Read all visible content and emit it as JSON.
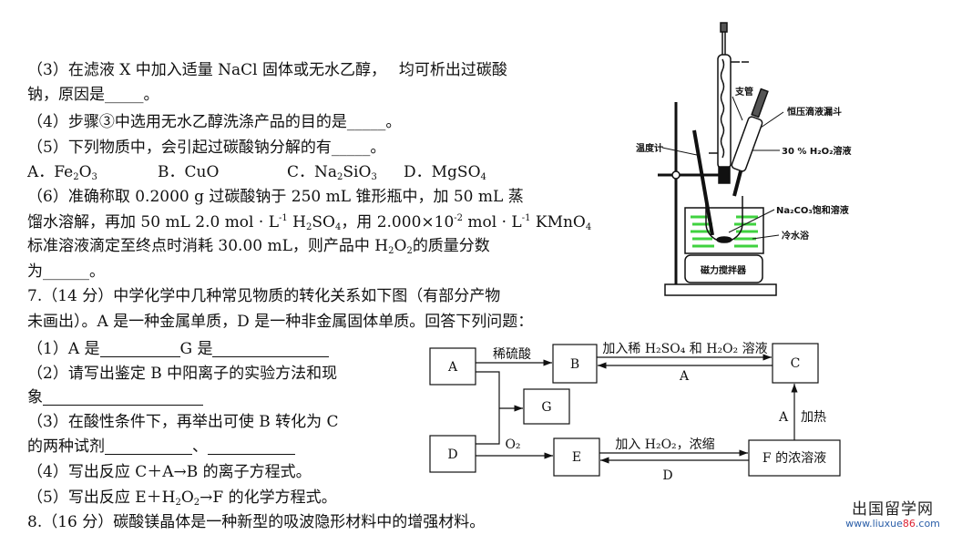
{
  "lines": [
    {
      "segs": [
        {
          "t": "（3）在滤液 X 中加入适量 NaCl 固体或无水乙醇，　 均可析出过碳酸"
        }
      ]
    },
    {
      "segs": [
        {
          "t": "钠，原因是"
        },
        {
          "t": "_____"
        },
        {
          "t": "。"
        }
      ]
    },
    {
      "segs": [
        {
          "t": "（4）步骤③中选用无水乙醇洗涤产品的目的是"
        },
        {
          "t": "_____"
        },
        {
          "t": "。"
        }
      ]
    },
    {
      "segs": [
        {
          "t": "（5）下列物质中，会引起过碳酸钠分解的有"
        },
        {
          "t": "_____"
        },
        {
          "t": "。"
        }
      ]
    },
    null,
    {
      "segs": [
        {
          "t": "（6）准确称取 0.2000 g 过碳酸钠于 250 mL 锥形瓶中，加 50 mL 蒸"
        }
      ]
    },
    {
      "segs": [
        {
          "t": "馏水溶解，再加 50 mL 2.0 mol · L"
        },
        {
          "t": "-1",
          "k": "sup"
        },
        {
          "t": " H"
        },
        {
          "t": "2",
          "k": "sub"
        },
        {
          "t": "SO"
        },
        {
          "t": "4",
          "k": "sub"
        },
        {
          "t": "，用 2.000×10"
        },
        {
          "t": "-2",
          "k": "sup"
        },
        {
          "t": " mol · L"
        },
        {
          "t": "-1",
          "k": "sup"
        },
        {
          "t": " KMnO"
        },
        {
          "t": "4",
          "k": "sub"
        }
      ]
    },
    {
      "segs": [
        {
          "t": "标准溶液滴定至终点时消耗 30.00 mL，则产品中 H"
        },
        {
          "t": "2",
          "k": "sub"
        },
        {
          "t": "O"
        },
        {
          "t": "2",
          "k": "sub"
        },
        {
          "t": "的质量分数"
        }
      ]
    },
    {
      "segs": [
        {
          "t": "为"
        },
        {
          "t": "______"
        },
        {
          "t": "。"
        }
      ]
    },
    {
      "segs": [
        {
          "t": "7.（14 分）中学化学中几种常见物质的转化关系如下图（有部分产物"
        }
      ]
    },
    {
      "segs": [
        {
          "t": "未画出）。A 是一种金属单质，D 是一种非金属固体单质。回答下列问题："
        }
      ]
    },
    {
      "segs": [
        {
          "t": "（1）A 是"
        },
        {
          "t": "           ",
          "k": "blank"
        },
        {
          "t": "G 是"
        },
        {
          "t": "                ",
          "k": "blank"
        }
      ]
    },
    {
      "segs": [
        {
          "t": "（2）请写出鉴定 B 中阳离子的实验方法和现"
        }
      ]
    },
    {
      "segs": [
        {
          "t": "象"
        },
        {
          "t": "                      ",
          "k": "blank"
        }
      ]
    },
    {
      "segs": [
        {
          "t": "（3）在酸性条件下，再举出可使 B 转化为 C"
        }
      ]
    },
    {
      "segs": [
        {
          "t": "的两种试剂"
        },
        {
          "t": "            ",
          "k": "blank"
        },
        {
          "t": "、"
        },
        {
          "t": "            ",
          "k": "blank"
        }
      ]
    },
    {
      "segs": [
        {
          "t": "（4）写出反应 C＋A→B 的离子方程式。"
        }
      ]
    },
    {
      "segs": [
        {
          "t": "（5）写出反应 E＋H"
        },
        {
          "t": "2",
          "k": "sub"
        },
        {
          "t": "O"
        },
        {
          "t": "2",
          "k": "sub"
        },
        {
          "t": "→F 的化学方程式。"
        }
      ]
    },
    {
      "segs": [
        {
          "t": "8.（16 分）碳酸镁晶体是一种新型的吸波隐形材料中的增强材料。"
        }
      ]
    }
  ],
  "options": [
    {
      "label": "A．Fe",
      "s1": "2",
      "m": "O",
      "s2": "3"
    },
    {
      "label": "B．CuO",
      "s1": "",
      "m": "",
      "s2": ""
    },
    {
      "label": "C．Na",
      "s1": "2",
      "m": "SiO",
      "s2": "3"
    },
    {
      "label": "D．MgSO",
      "s1": "4",
      "m": "",
      "s2": ""
    }
  ],
  "apparatus": {
    "branch_tube": "支管",
    "funnel": "恒压滴液漏斗",
    "thermometer": "温度计",
    "h2o2": "30 % H₂O₂溶液",
    "na2co3": "Na₂CO₃饱和溶液",
    "bath": "冷水浴",
    "stirrer": "磁力搅拌器",
    "accent_green": "#3fd23f"
  },
  "flow": {
    "boxes": {
      "A": "A",
      "B": "B",
      "C": "C",
      "D": "D",
      "E": "E",
      "F": "F 的浓溶液",
      "G": "G"
    },
    "labels": {
      "a_to_b": "稀硫酸",
      "b_to_c": "加入稀 H₂SO₄ 和 H₂O₂ 溶液",
      "c_to_b": "A",
      "d_to_e": "O₂",
      "e_to_f": "加入 H₂O₂，浓缩",
      "f_to_e": "D",
      "f_to_c_reagent": "A",
      "f_to_c_condition": "加热"
    }
  },
  "watermark": {
    "name": "出国留学网",
    "url_a": "www.liuxue",
    "url_b": "86",
    ".com_suffix": ".com",
    "url_c": ".com"
  }
}
